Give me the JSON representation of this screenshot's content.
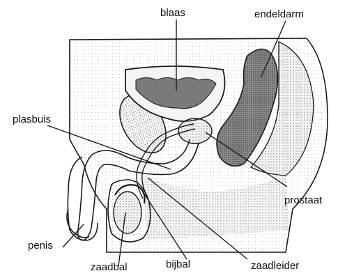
{
  "labels": {
    "blaas": "blaas",
    "endeldarm": "endeldarm",
    "plasbuis": "plasbuis",
    "prostaat": "prostaat",
    "penis": "penis",
    "zaadbal": "zaadbal",
    "bijbal": "bijbal",
    "zaadleider": "zaadleider"
  },
  "colors": {
    "ink": "#1a1a1a",
    "stipple_dark": "#5a5a5a",
    "stipple_light": "#c9c9c9",
    "background": "#ffffff"
  }
}
